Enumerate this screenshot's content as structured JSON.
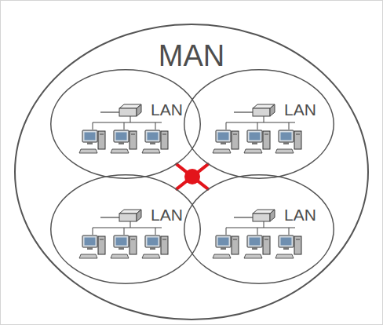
{
  "diagram": {
    "nodes": [
      {
        "text": [
          "MAN"
        ]
      },
      {
        "text": [
          "LAN"
        ],
        "in": 0
      },
      {
        "text": [
          "LAN"
        ],
        "in": 0
      },
      {
        "text": [
          "LAN"
        ],
        "in": 0
      },
      {
        "text": [
          "LAN"
        ],
        "in": 0
      }
    ],
    "edges": [
      {
        "from": 1,
        "to": 4,
        "arrow": "none"
      },
      {
        "from": 2,
        "to": 3,
        "arrow": "none"
      }
    ]
  }
}
